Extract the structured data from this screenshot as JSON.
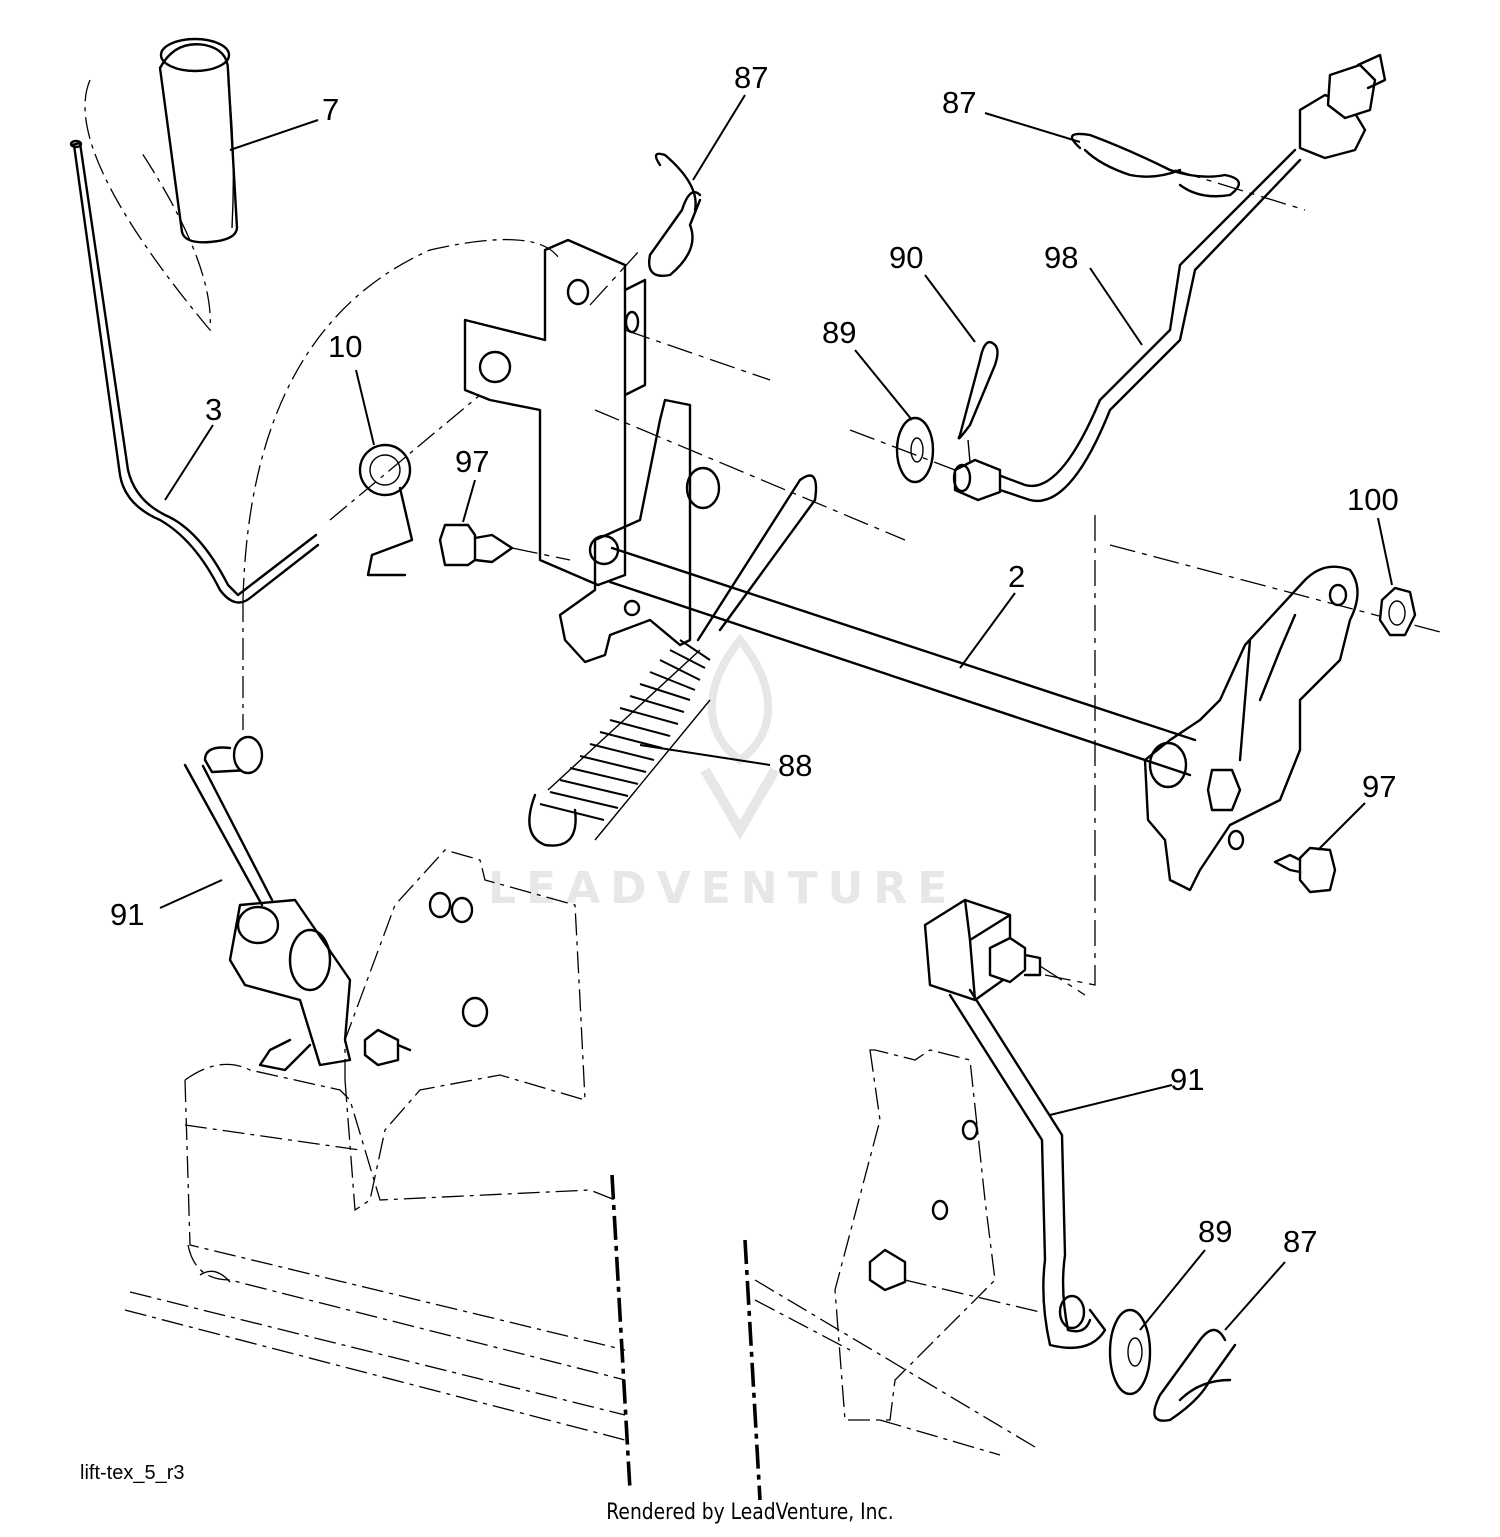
{
  "diagram": {
    "drawing_code": "lift-tex_5_r3",
    "credit": "Rendered by LeadVenture, Inc.",
    "watermark": "LEADVENTURE",
    "callouts": [
      "7",
      "87",
      "87",
      "98",
      "90",
      "89",
      "10",
      "3",
      "97",
      "100",
      "2",
      "88",
      "97",
      "91",
      "91",
      "89",
      "87"
    ]
  }
}
